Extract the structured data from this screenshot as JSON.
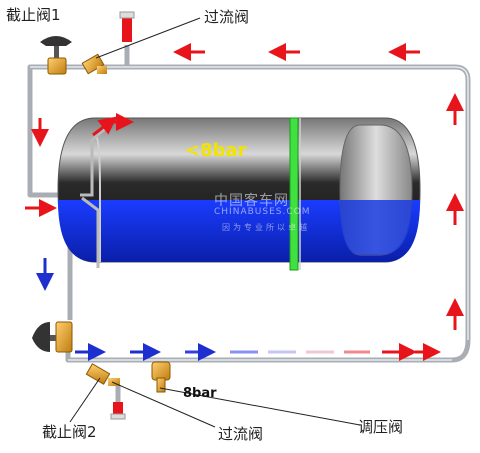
{
  "labels": {
    "shutoff_valve_1": "截止阀1",
    "overflow_valve_top": "过流阀",
    "shutoff_valve_2": "截止阀2",
    "overflow_valve_bottom": "过流阀",
    "pressure_regulator": "调压阀",
    "tank_pressure": "<8bar",
    "regulator_pressure": "8bar"
  },
  "watermark": {
    "logo": "中国客车网",
    "url": "CHINABUSES.COM",
    "slogan": "因为专业所以卓越"
  },
  "colors": {
    "arrow_red": "#e8141b",
    "arrow_blue": "#1e2fd0",
    "liquid_blue": "#1430dc",
    "valve_brass": "#e0a020",
    "pipe_gray": "#a8aeb4"
  }
}
